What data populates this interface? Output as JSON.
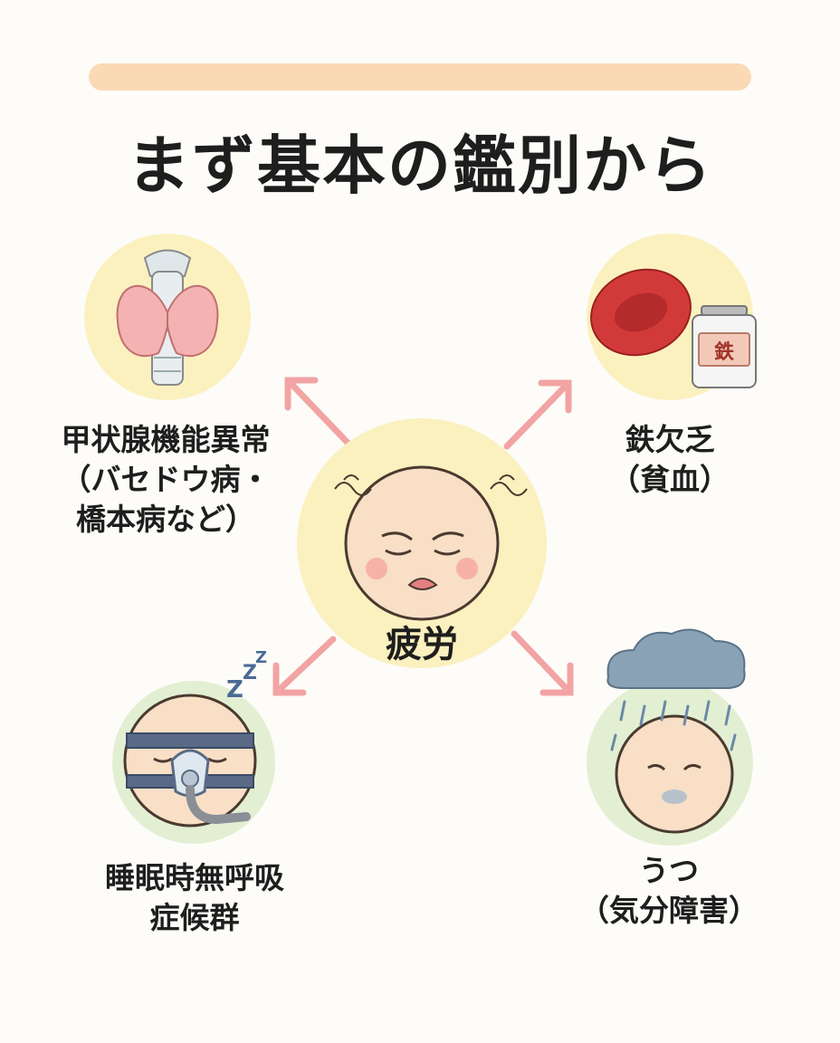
{
  "title": "まず基本の鑑別から",
  "center": {
    "label": "疲労",
    "icon": "tired-face-icon"
  },
  "causes": [
    {
      "lines": [
        "甲状腺機能異常",
        "（バセドウ病・",
        "橋本病など）"
      ],
      "icon": "thyroid-gland-icon"
    },
    {
      "lines": [
        "鉄欠乏",
        "（貧血）"
      ],
      "icon": "red-blood-cell-icon",
      "badge": "鉄"
    },
    {
      "lines": [
        "睡眠時無呼吸",
        "症候群"
      ],
      "icon": "cpap-mask-icon",
      "sleep_mark": "Z"
    },
    {
      "lines": [
        "うつ",
        "（気分障害）"
      ],
      "icon": "rain-cloud-sad-face-icon"
    }
  ],
  "colors": {
    "title_highlight": "#fbd9b5",
    "circle_yellow": "#fbf1bf",
    "circle_green": "#e2efd2",
    "arrow": "#f2a3a3",
    "blood_red": "#d23a3a",
    "thyroid_pink": "#f4b2b2",
    "cloud_blue": "#8aa2b6"
  }
}
